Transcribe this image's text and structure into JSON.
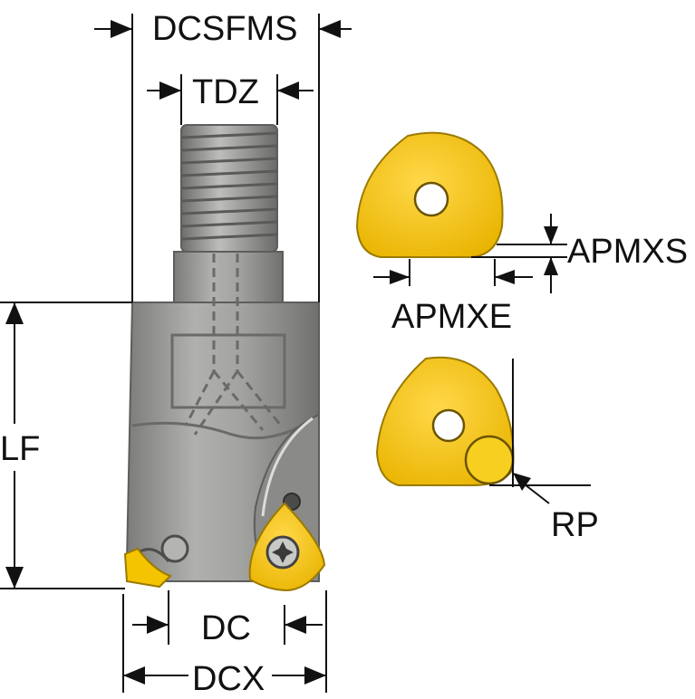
{
  "labels": {
    "dcsfms": "DCSFMS",
    "tdz": "TDZ",
    "lf": "LF",
    "dc": "DC",
    "dcx": "DCX",
    "apmxs": "APMXS",
    "apmxe": "APMXE",
    "rp": "RP"
  },
  "colors": {
    "insert_fill": "#f5c400",
    "insert_edge": "#b58f00",
    "body_fill": "#9a9b98",
    "body_dark": "#6f706d",
    "body_light": "#c3c4c1",
    "dimension_line": "#111111"
  }
}
